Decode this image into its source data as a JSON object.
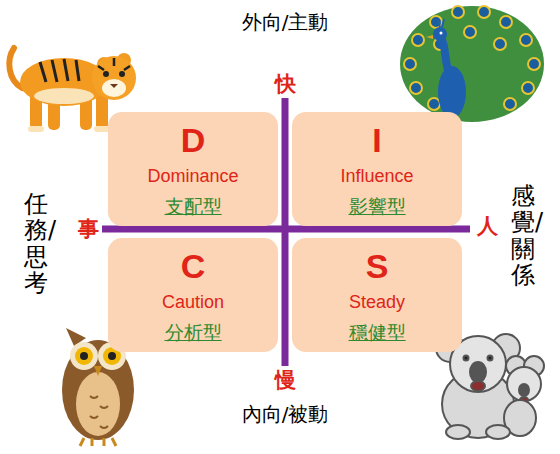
{
  "diagram": {
    "nodes": [
      {
        "text": [
          "D",
          "Dominance",
          "支配型"
        ]
      },
      {
        "text": [
          "I",
          "Influence",
          "影響型"
        ]
      },
      {
        "text": [
          "C",
          "Caution",
          "分析型"
        ]
      },
      {
        "text": [
          "S",
          "Steady",
          "穩健型"
        ]
      }
    ],
    "labels": [
      "外向/主動",
      "快",
      "事",
      "人",
      "任務/思考",
      "感覺/關係",
      "慢",
      "內向/被動"
    ]
  }
}
